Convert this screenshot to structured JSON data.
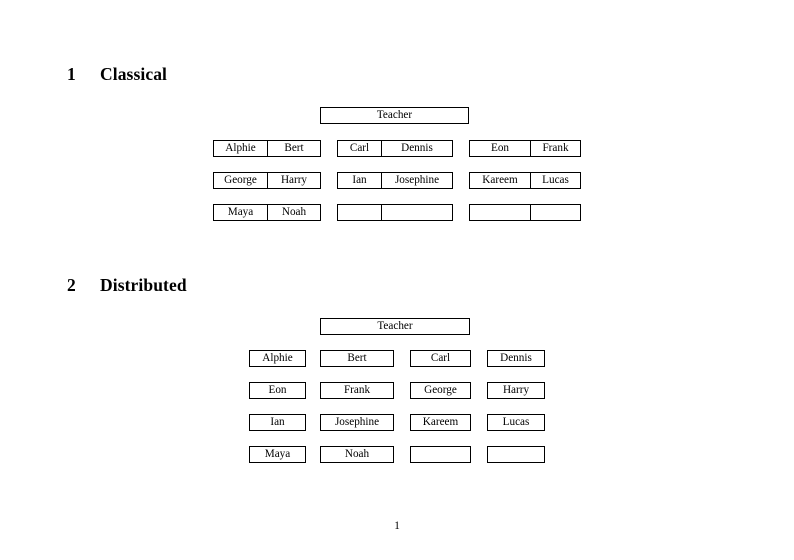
{
  "document": {
    "page_number": "1"
  },
  "sections": [
    {
      "number": "1",
      "title": "Classical",
      "teacher": {
        "label": "Teacher"
      },
      "groups": [
        {
          "name": "group-left",
          "rows": [
            {
              "cells": [
                "Alphie",
                "Bert"
              ]
            },
            {
              "cells": [
                "George",
                "Harry"
              ]
            },
            {
              "cells": [
                "Maya",
                "Noah"
              ]
            }
          ]
        },
        {
          "name": "group-middle",
          "rows": [
            {
              "cells": [
                "Carl",
                "Dennis"
              ]
            },
            {
              "cells": [
                "Ian",
                "Josephine"
              ]
            },
            {
              "cells": [
                "",
                ""
              ]
            }
          ]
        },
        {
          "name": "group-right",
          "rows": [
            {
              "cells": [
                "Eon",
                "Frank"
              ]
            },
            {
              "cells": [
                "Kareem",
                "Lucas"
              ]
            },
            {
              "cells": [
                "",
                ""
              ]
            }
          ]
        }
      ]
    },
    {
      "number": "2",
      "title": "Distributed",
      "teacher": {
        "label": "Teacher"
      },
      "rows": [
        {
          "cells": [
            "Alphie",
            "Bert",
            "Carl",
            "Dennis"
          ]
        },
        {
          "cells": [
            "Eon",
            "Frank",
            "George",
            "Harry"
          ]
        },
        {
          "cells": [
            "Ian",
            "Josephine",
            "Kareem",
            "Lucas"
          ]
        },
        {
          "cells": [
            "Maya",
            "Noah",
            "",
            ""
          ]
        }
      ]
    }
  ]
}
